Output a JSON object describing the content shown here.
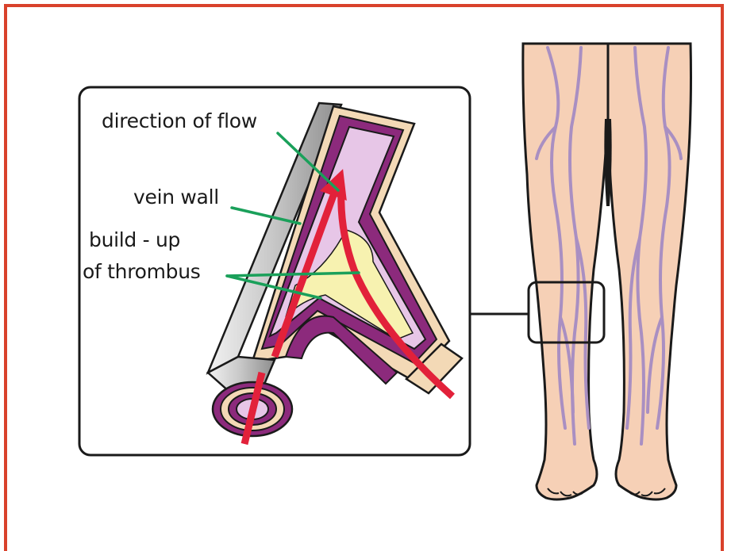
{
  "labels": {
    "direction_of_flow": "direction of flow",
    "vein_wall": "vein wall",
    "buildup_line1": "build - up",
    "buildup_line2": "of thrombus"
  },
  "colors": {
    "frame": "#d9412b",
    "leader_line": "#1aa05a",
    "flow_arrow": "#e2213a",
    "vein_wall": "#8c2a7c",
    "vein_lumen": "#e7c6e7",
    "thrombus": "#f7f2b0",
    "outer_sheath": "#d4d4d4",
    "skin": "#f6d0b6",
    "leg_vein": "#a98fc2"
  }
}
